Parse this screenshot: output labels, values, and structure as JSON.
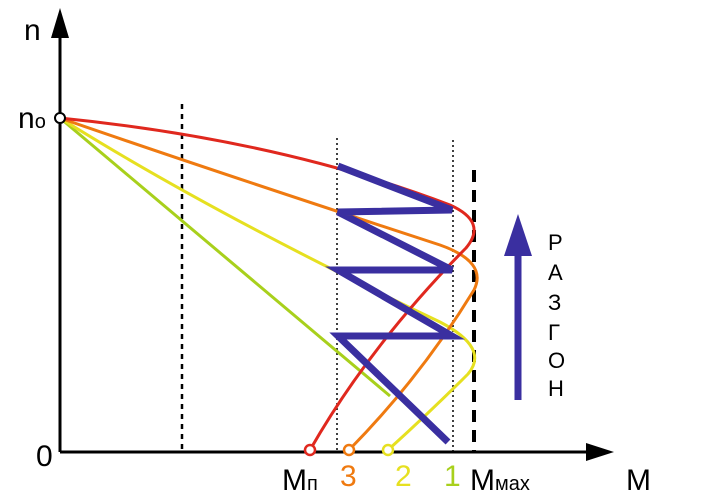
{
  "axes": {
    "y_label": "n",
    "x_label": "M",
    "origin_label": "0",
    "n0_main": "n",
    "n0_sub": "o"
  },
  "x_ticks": {
    "mp_main": "M",
    "mp_sub": "п",
    "r3": "3",
    "r2": "2",
    "r1": "1",
    "mmax_main": "M",
    "mmax_sub": "мах"
  },
  "arrow_text": [
    "Р",
    "А",
    "З",
    "Г",
    "О",
    "Н"
  ],
  "colors": {
    "red": "#e0281e",
    "orange": "#ef7a10",
    "yellow": "#e6e020",
    "yellowgreen": "#a8d01c",
    "zigzag": "#3a2fa0",
    "arrow": "#3a2fa0",
    "axis": "#000000"
  }
}
